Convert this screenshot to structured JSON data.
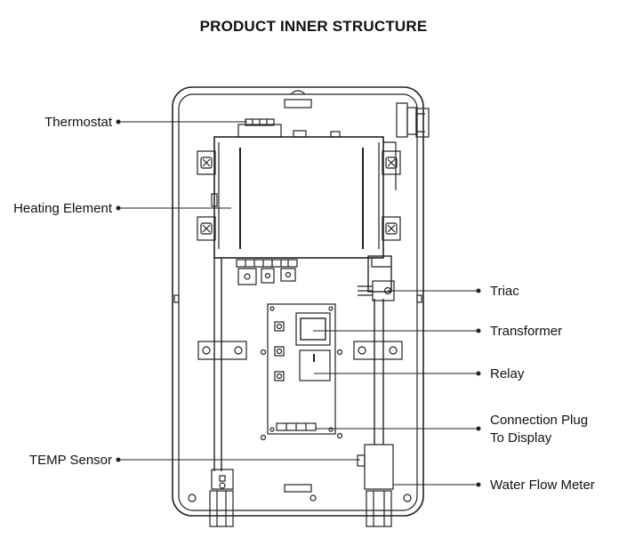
{
  "title": "PRODUCT INNER STRUCTURE",
  "labels": {
    "thermostat": "Thermostat",
    "heating_element": "Heating Element",
    "temp_sensor": "TEMP Sensor",
    "triac": "Triac",
    "transformer": "Transformer",
    "relay": "Relay",
    "connection_plug_line1": "Connection Plug",
    "connection_plug_line2": "To Display",
    "water_flow_meter": "Water Flow Meter"
  }
}
